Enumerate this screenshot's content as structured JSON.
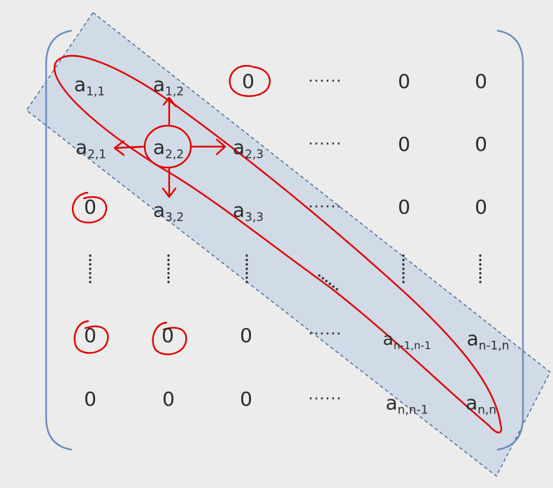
{
  "matrix": {
    "rows": [
      [
        {
          "base": "a",
          "sub": "1,1"
        },
        {
          "base": "a",
          "sub": "1,2"
        },
        {
          "base": "0",
          "sub": ""
        },
        {
          "base": "······",
          "sub": ""
        },
        {
          "base": "0",
          "sub": ""
        },
        {
          "base": "0",
          "sub": ""
        }
      ],
      [
        {
          "base": "a",
          "sub": "2,1"
        },
        {
          "base": "a",
          "sub": "2,2"
        },
        {
          "base": "a",
          "sub": "2,3"
        },
        {
          "base": "······",
          "sub": ""
        },
        {
          "base": "0",
          "sub": ""
        },
        {
          "base": "0",
          "sub": ""
        }
      ],
      [
        {
          "base": "0",
          "sub": ""
        },
        {
          "base": "a",
          "sub": "3,2"
        },
        {
          "base": "a",
          "sub": "3,3"
        },
        {
          "base": "······",
          "sub": ""
        },
        {
          "base": "0",
          "sub": ""
        },
        {
          "base": "0",
          "sub": ""
        }
      ],
      [
        {
          "base": "⋮",
          "sub": ""
        },
        {
          "base": "⋮",
          "sub": ""
        },
        {
          "base": "⋮",
          "sub": ""
        },
        {
          "base": "⋱",
          "sub": ""
        },
        {
          "base": "⋮",
          "sub": ""
        },
        {
          "base": "⋮",
          "sub": ""
        }
      ],
      [
        {
          "base": "0",
          "sub": ""
        },
        {
          "base": "0",
          "sub": ""
        },
        {
          "base": "0",
          "sub": ""
        },
        {
          "base": "······",
          "sub": ""
        },
        {
          "base": "a",
          "sub": "n-1,n-1"
        },
        {
          "base": "a",
          "sub": "n-1,n"
        }
      ],
      [
        {
          "base": "0",
          "sub": ""
        },
        {
          "base": "0",
          "sub": ""
        },
        {
          "base": "0",
          "sub": ""
        },
        {
          "base": "······",
          "sub": ""
        },
        {
          "base": "a",
          "sub": "n,n-1"
        },
        {
          "base": "a",
          "sub": "n,n"
        }
      ]
    ]
  },
  "colors": {
    "background": "#ececec",
    "text": "#2c2c2c",
    "bracket": "#6a8cbc",
    "band_fill": "#b9cde3",
    "band_stroke": "#3a5f90",
    "annotation": "#e00000"
  }
}
